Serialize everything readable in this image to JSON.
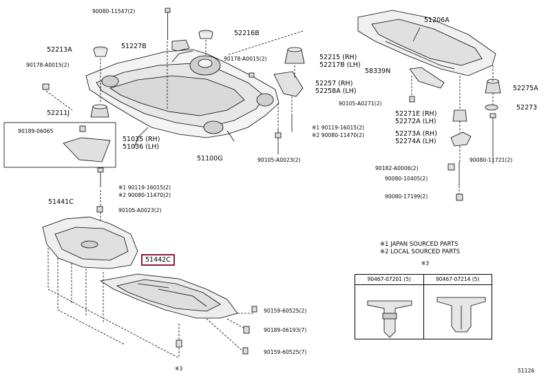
{
  "labels": {
    "p90080_11547": "90080-11547(2)",
    "p51227B": "51227B",
    "p52216B": "52216B",
    "p52213A": "52213A",
    "p90178_A0015": "90178-A0015(2)",
    "p90178B_A0015": "90178-A0015(2)",
    "p52215": "52215 (RH)",
    "p52217B": "52217B (LH)",
    "p52257": "52257 (RH)",
    "p52258A": "52258A (LH)",
    "p52211J": "52211J",
    "p90189_06065": "90189-06065",
    "p51035": "51035 (RH)",
    "p51036": "51036 (LH)",
    "p51100G": "51100G",
    "p90119_16015_a": "※1 90119-16015(2)",
    "p90080_11470_a": "※2 90080-11470(2)",
    "p90105_A0023_a": "90105-A0023(2)",
    "p90119_16015_b": "※1 90119-16015(2)",
    "p90080_11470_b": "※2 90080-11470(2)",
    "p51441C": "51441C",
    "p90105_A0023_b": "90105-A0023(2)",
    "p51442C": "51442C",
    "p90159_60525_a": "90159-60525(2)",
    "p90189_06193": "90189-06193(7)",
    "p90159_60525_b": "90159-60525(7)",
    "p_s3_bottom": "※3",
    "p51206A": "51206A",
    "p58339N": "58339N",
    "p52275A": "52275A",
    "p90105_A0271": "90105-A0271(2)",
    "p52273": "52273",
    "p52271E": "52271E (RH)",
    "p52272A": "52272A (LH)",
    "p52273A": "52273A (RH)",
    "p52274A": "52274A (LH)",
    "p90182_A0006": "90182-A0006(2)",
    "p90080_10405": "90080-10405(2)",
    "p90080_11721": "90080-11721(2)",
    "p90080_17199": "90080-17199(2)",
    "p_s3_clip": "※3",
    "ref_code": "51126"
  },
  "notes": {
    "japan": "※1 JAPAN SOURCED PARTS",
    "local": "※2 LOCAL SOURCED PARTS"
  },
  "clip_table": {
    "col1": "90467-07201 (5)",
    "col2": "90467-07214 (5)"
  },
  "highlight": {
    "part": "51442C",
    "color": "#8e1b3a"
  }
}
